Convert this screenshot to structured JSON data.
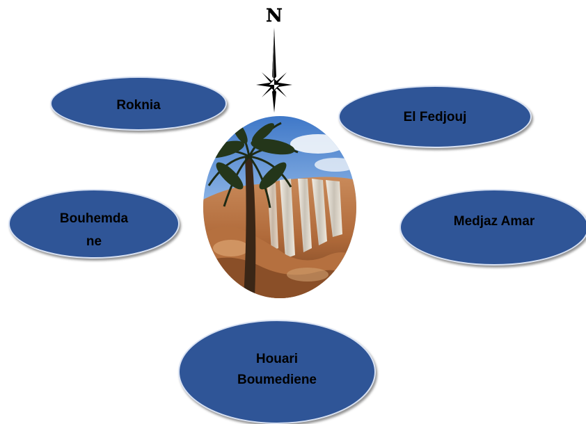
{
  "compass": {
    "letter": "N",
    "icon": "compass-rose-icon"
  },
  "center_photo": {
    "icon": "waterfall-palm-photo"
  },
  "nodes": {
    "roknia": "Roknia",
    "el_fedjouj": "El Fedjouj",
    "bouhemda": "Bouhemda",
    "bouhemda_overflow": "ne",
    "medjaz_amar": "Medjaz Amar",
    "houari_line1": "Houari",
    "houari_line2": "Boumediene"
  },
  "colors": {
    "node_fill": "#2f5597",
    "node_border": "#d9e2f3",
    "text": "#000000"
  }
}
